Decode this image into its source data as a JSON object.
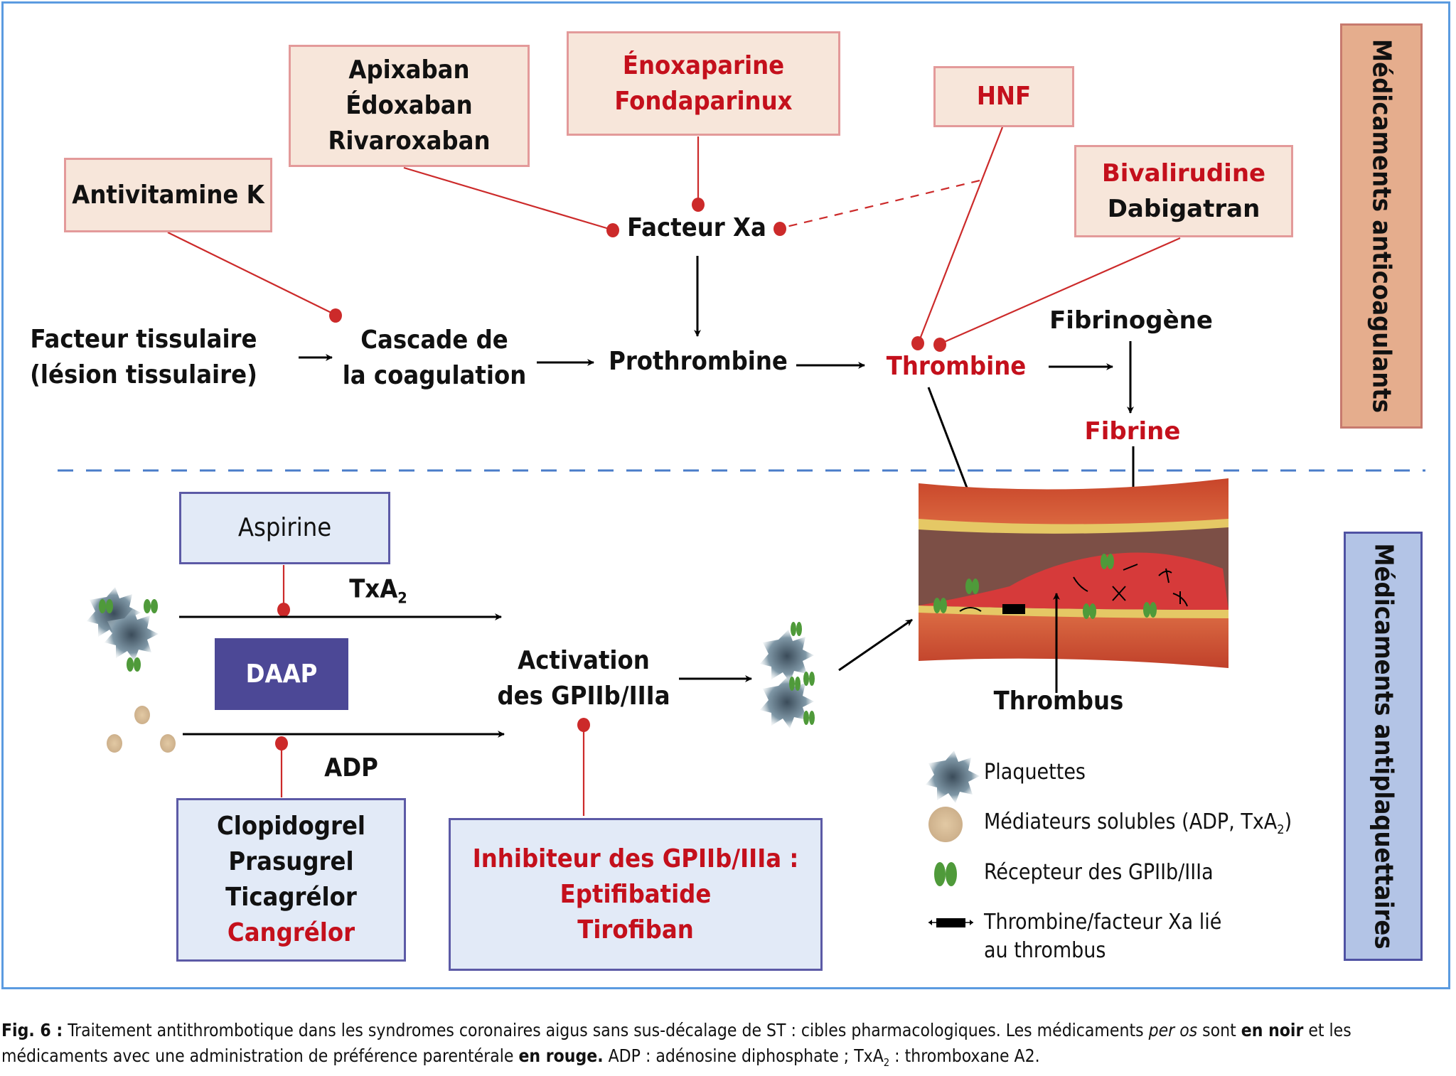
{
  "anticoagulant_boxes": {
    "avk": [
      "Antivitamine K"
    ],
    "xa_oral": [
      "Apixaban",
      "Édoxaban",
      "Rivaroxaban"
    ],
    "hbpm": [
      "Énoxaparine",
      "Fondaparinux"
    ],
    "hnf": [
      "HNF"
    ],
    "direct_thrombin": {
      "parenteral": "Bivalirudine",
      "oral": "Dabigatran"
    }
  },
  "cascade": {
    "facteur_tissulaire": [
      "Facteur tissulaire",
      "(lésion tissulaire)"
    ],
    "cascade": [
      "Cascade de",
      "la coagulation"
    ],
    "prothrombine": "Prothrombine",
    "thrombine": "Thrombine",
    "facteur_xa": "Facteur Xa",
    "fibrinogene": "Fibrinogène",
    "fibrine": "Fibrine"
  },
  "antiplatelet": {
    "aspirine": "Aspirine",
    "daap": "DAAP",
    "txa2_base": "TxA",
    "txa2_sub": "2",
    "adp": "ADP",
    "activation": [
      "Activation",
      "des GPIIb/IIIa"
    ],
    "p2y12_oral": [
      "Clopidogrel",
      "Prasugrel",
      "Ticagrélor"
    ],
    "p2y12_iv": "Cangrélor",
    "gp_inhibitor": [
      "Inhibiteur des GPIIb/IIIa :",
      "Eptifibatide",
      "Tirofiban"
    ],
    "thrombus": "Thrombus"
  },
  "side_labels": {
    "top": "Médicaments anticoagulants",
    "bottom": "Médicaments antiplaquettaires"
  },
  "legend": {
    "platelets": "Plaquettes",
    "mediators_base": "Médiateurs solubles (ADP, TxA",
    "mediators_sub": "2",
    "mediators_end": ")",
    "receptor": "Récepteur des GPIIb/IIIa",
    "bound_line1": "Thrombine/facteur Xa lié",
    "bound_line2": "au thrombus"
  },
  "caption": {
    "fig": "Fig. 6 :",
    "text1": " Traitement antithrombotique dans les syndromes coronaires aigus sans sus-décalage de ST : cibles pharmacologiques. Les médicaments ",
    "italic": "per os",
    "text2": " sont ",
    "bold1": "en noir",
    "text3": " et les médicaments avec une administration de préférence parentérale ",
    "bold2": "en rouge.",
    "text4": " ADP : adénosine diphosphate ; TxA",
    "sub": "2",
    "text5": " : thromboxane A2."
  },
  "colors": {
    "parenteral_red": "#c4101c",
    "oral_black": "#111111",
    "inhibition_line": "#cc2a2a",
    "anticoag_box_fill": "#f7e6da",
    "antiplatelet_box_fill": "#e2eaf7",
    "daap_fill": "#4c4896",
    "frame_blue": "#5b9be0"
  }
}
